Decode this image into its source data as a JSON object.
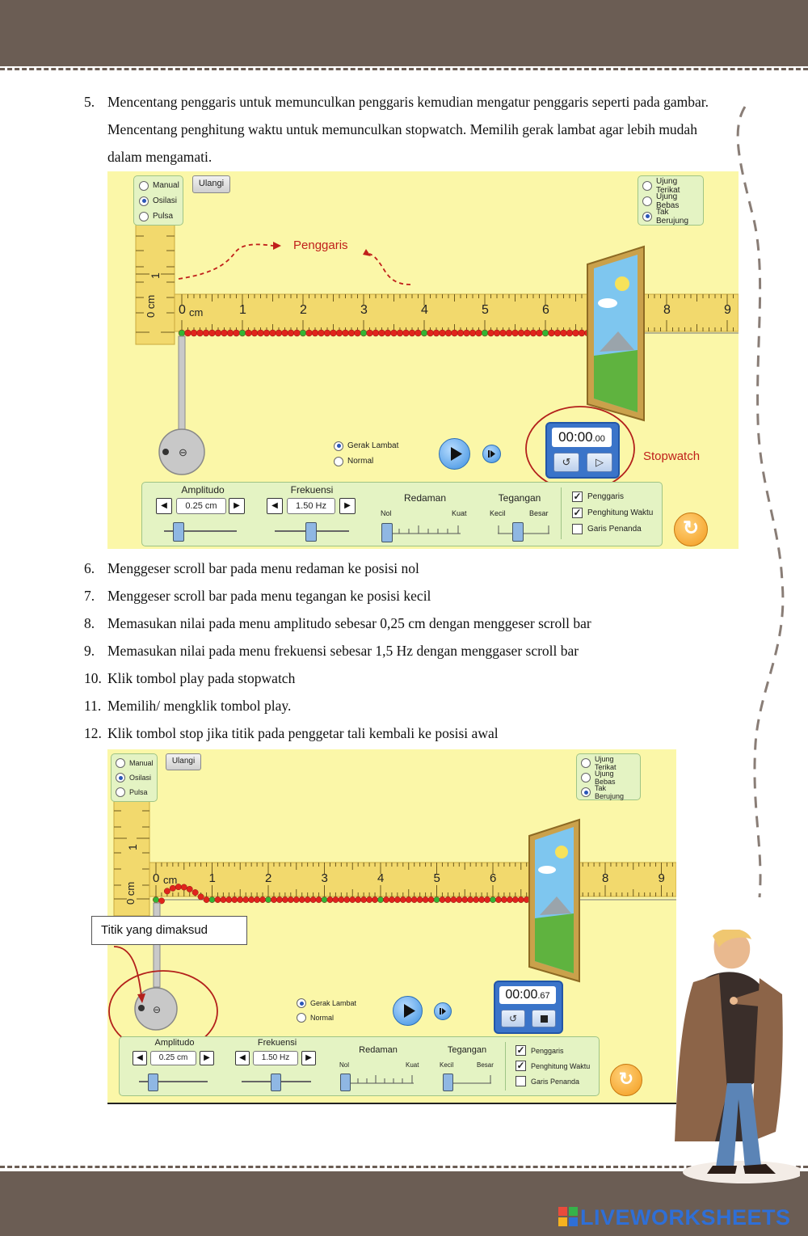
{
  "page": {
    "step5": {
      "num": "5.",
      "text": "Mencentang penggaris untuk memunculkan penggaris kemudian mengatur penggaris seperti pada gambar. Mencentang penghitung waktu untuk memunculkan stopwatch. Memilih gerak lambat agar lebih mudah dalam mengamati."
    },
    "steps": [
      {
        "num": "6.",
        "text": "Menggeser scroll bar pada menu redaman ke posisi nol"
      },
      {
        "num": "7.",
        "text": "Menggeser scroll bar pada menu tegangan ke posisi kecil"
      },
      {
        "num": "8.",
        "text": "Memasukan nilai pada menu amplitudo sebesar 0,25 cm dengan menggeser scroll bar"
      },
      {
        "num": "9.",
        "text": "Memasukan nilai pada menu frekuensi sebesar 1,5 Hz dengan menggaser scroll bar"
      },
      {
        "num": "10.",
        "text": "Klik tombol play pada stopwatch"
      },
      {
        "num": "11.",
        "text": "Memilih/ mengklik tombol play."
      },
      {
        "num": "12.",
        "text": "Klik tombol stop jika titik pada penggetar tali kembali ke posisi awal"
      }
    ],
    "watermark": "LIVEWORKSHEETS"
  },
  "sim": {
    "mode_options": [
      "Manual",
      "Osilasi",
      "Pulsa"
    ],
    "mode_selected": "Osilasi",
    "reset_label": "Ulangi",
    "end_options": [
      "Ujung Terikat",
      "Ujung Bebas",
      "Tak Berujung"
    ],
    "end_selected": "Tak Berujung",
    "ruler_h_labels": [
      "0",
      "1",
      "2",
      "3",
      "4",
      "5",
      "6",
      "8",
      "9"
    ],
    "ruler_unit": "cm",
    "ruler_v_labels": [
      "0 cm",
      "1"
    ],
    "speed_options": [
      "Gerak Lambat",
      "Normal"
    ],
    "speed_selected": "Gerak Lambat",
    "amplitude": {
      "label": "Amplitudo",
      "value": "0.25 cm"
    },
    "frequency": {
      "label": "Frekuensi",
      "value": "1.50 Hz"
    },
    "damping": {
      "label": "Redaman",
      "min": "Nol",
      "max": "Kuat"
    },
    "tension": {
      "label": "Tegangan",
      "min": "Kecil",
      "max": "Besar"
    },
    "checkboxes": [
      {
        "label": "Penggaris",
        "checked": true
      },
      {
        "label": "Penghitung Waktu",
        "checked": true
      },
      {
        "label": "Garis Penanda",
        "checked": false
      }
    ],
    "stopwatch1": {
      "main": "00:00",
      "frac": ".00"
    },
    "stopwatch2": {
      "main": "00:00",
      "frac": ".67"
    }
  },
  "annotations": {
    "penggaris": "Penggaris",
    "stopwatch": "Stopwatch",
    "callout": "Titik yang dimaksud"
  },
  "colors": {
    "band": "#6b5d54",
    "sim_bg": "#fbf7a8",
    "annotation": "#c0201b"
  }
}
